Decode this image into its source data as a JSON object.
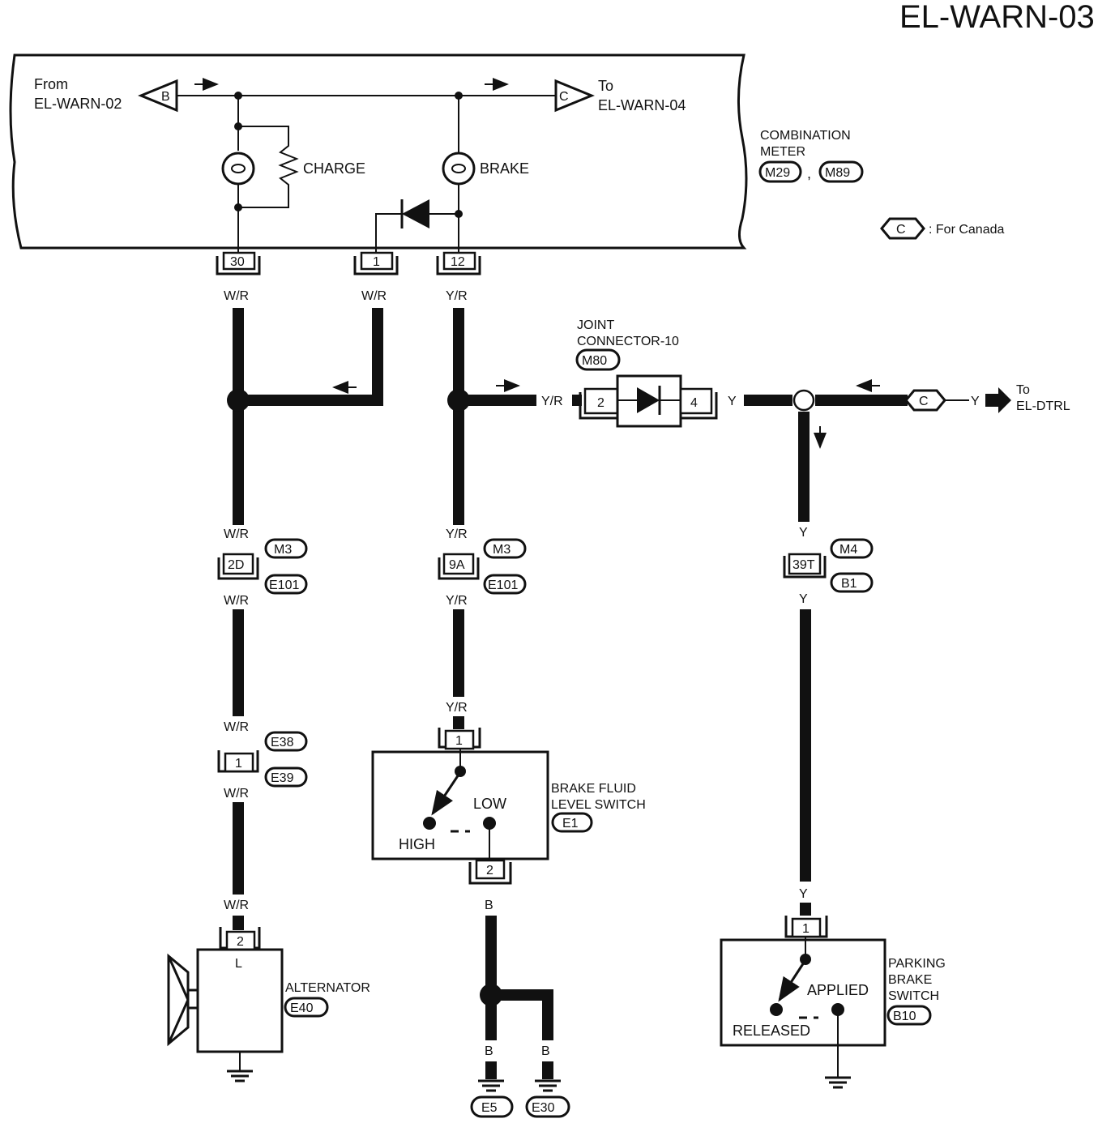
{
  "page_id": "EL-WARN-03",
  "combination_meter": {
    "from_text": "From",
    "from_page": "EL-WARN-02",
    "from_connector": "B",
    "to_text": "To",
    "to_page": "EL-WARN-04",
    "to_connector": "C",
    "name_line1": "COMBINATION",
    "name_line2": "METER",
    "conn_a": "M29",
    "conn_sep": ",",
    "conn_b": "M89",
    "charge_label": "CHARGE",
    "brake_label": "BRAKE",
    "canada_symbol": "C",
    "canada_note": ": For Canada",
    "pins": [
      "30",
      "1",
      "12"
    ]
  },
  "wires": {
    "wr": "W/R",
    "yr": "Y/R",
    "y": "Y",
    "b": "B"
  },
  "joint_connector": {
    "name_line1": "JOINT",
    "name_line2": "CONNECTOR-10",
    "code": "M80",
    "pin_left": "2",
    "pin_right": "4",
    "to_text": "To",
    "to_page": "EL-DTRL",
    "canada_symbol": "C"
  },
  "inline_connectors": {
    "c2d": {
      "pin": "2D",
      "top": "M3",
      "bottom": "E101"
    },
    "c9a": {
      "pin": "9A",
      "top": "M3",
      "bottom": "E101"
    },
    "c39t": {
      "pin": "39T",
      "top": "M4",
      "bottom": "B1"
    },
    "c1": {
      "pin": "1",
      "top": "E38",
      "bottom": "E39"
    }
  },
  "brake_fluid_switch": {
    "name_line1": "BRAKE FLUID",
    "name_line2": "LEVEL SWITCH",
    "code": "E1",
    "pin_top": "1",
    "pin_bottom": "2",
    "high": "HIGH",
    "low": "LOW"
  },
  "alternator": {
    "name": "ALTERNATOR",
    "code": "E40",
    "pin": "2",
    "terminal": "L"
  },
  "grounds": {
    "g1": "E5",
    "g2": "E30"
  },
  "parking_brake_switch": {
    "name_line1": "PARKING",
    "name_line2": "BRAKE",
    "name_line3": "SWITCH",
    "code": "B10",
    "pin": "1",
    "applied": "APPLIED",
    "released": "RELEASED"
  }
}
